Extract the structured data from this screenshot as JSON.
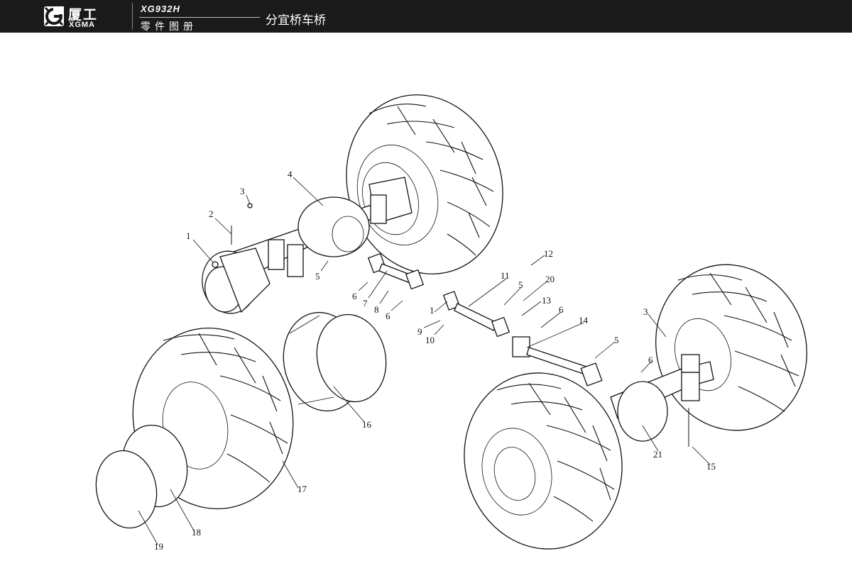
{
  "header": {
    "brand_cn": "厦工",
    "brand_en": "XGMA",
    "model_code": "XG932H",
    "catalog_title": "零件图册",
    "page_title": "分宜桥车桥"
  },
  "icons": {
    "logo": "xgma-logo-icon"
  },
  "callouts": [
    "1",
    "2",
    "3",
    "4",
    "5",
    "6",
    "7",
    "8",
    "6",
    "1",
    "9",
    "10",
    "11",
    "5",
    "12",
    "20",
    "13",
    "6",
    "14",
    "3",
    "5",
    "6",
    "16",
    "17",
    "18",
    "19",
    "21",
    "15"
  ]
}
